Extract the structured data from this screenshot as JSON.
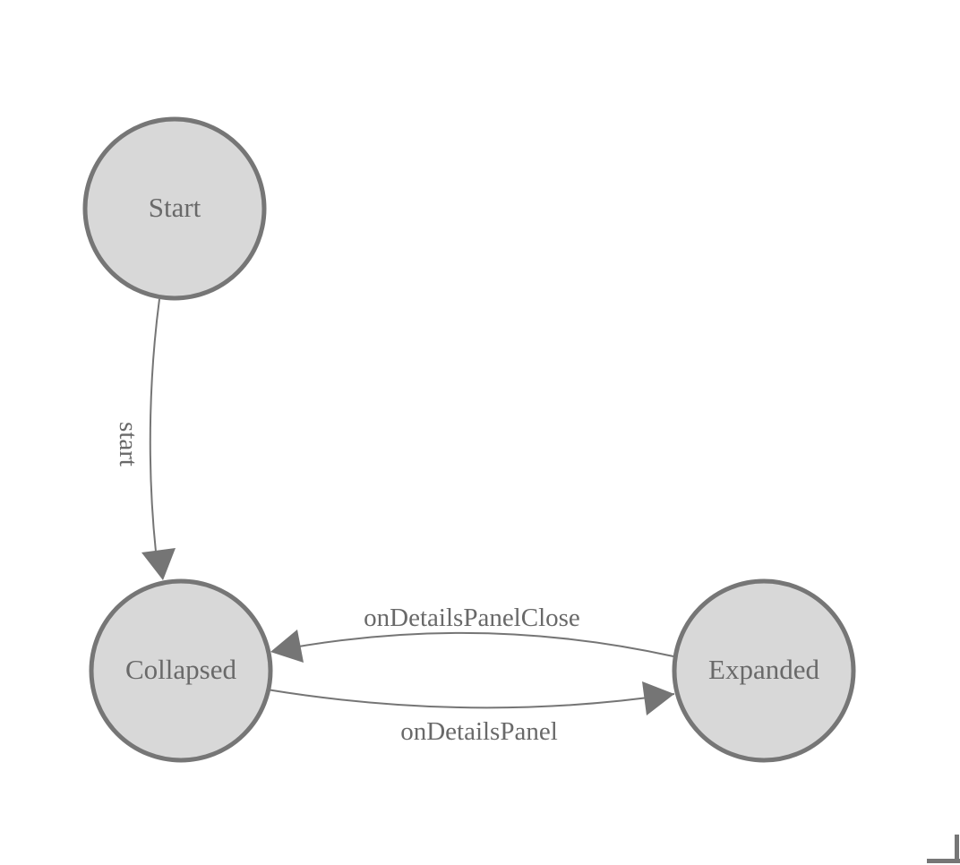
{
  "diagram": {
    "background": "#ffffff",
    "nodes": [
      {
        "id": "start",
        "label": "Start"
      },
      {
        "id": "collapsed",
        "label": "Collapsed"
      },
      {
        "id": "expanded",
        "label": "Expanded"
      }
    ],
    "edges": [
      {
        "id": "start",
        "label": "start",
        "from": "Start",
        "to": "Collapsed"
      },
      {
        "id": "onDetailsPanelClose",
        "label": "onDetailsPanelClose",
        "from": "Expanded",
        "to": "Collapsed"
      },
      {
        "id": "onDetailsPanel",
        "label": "onDetailsPanel",
        "from": "Collapsed",
        "to": "Expanded"
      }
    ],
    "colors": {
      "node_fill": "#d8d8d8",
      "node_stroke": "#767676",
      "edge_stroke": "#757575",
      "arrow_fill": "#757575",
      "label_text": "#696969",
      "corner_mark": "#767676"
    }
  }
}
